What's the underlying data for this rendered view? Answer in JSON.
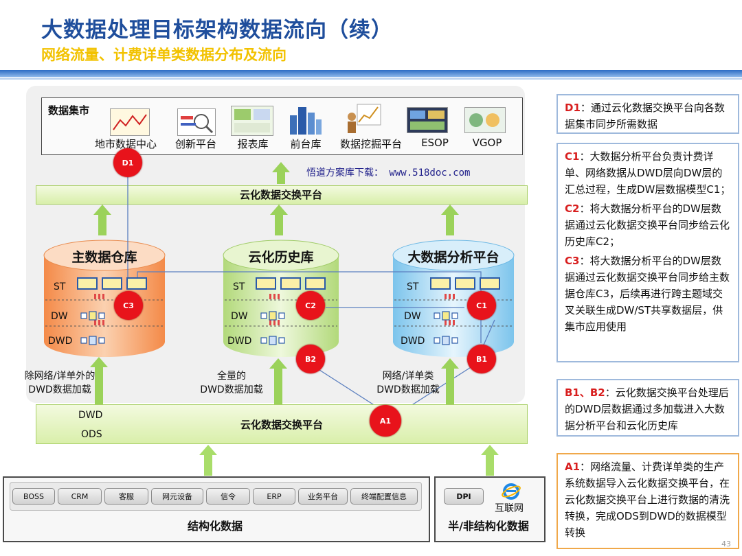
{
  "header": {
    "title": "大数据处理目标架构数据流向（续）",
    "subtitle": "网络流量、计费详单类数据分布及流向"
  },
  "data_mart": {
    "title": "数据集市",
    "items": [
      "地市数据中心",
      "创新平台",
      "报表库",
      "前台库",
      "数据挖掘平台",
      "ESOP",
      "VGOP"
    ]
  },
  "watermark": "悟道方案库下载： www.518doc.com",
  "exchange_top": "云化数据交换平台",
  "exchange_bottom": "云化数据交换平台",
  "cylinders": [
    {
      "title": "主数据仓库",
      "color": "#f6a06a"
    },
    {
      "title": "云化历史库",
      "color": "#c8e59a"
    },
    {
      "title": "大数据分析平台",
      "color": "#9fd6f2"
    }
  ],
  "layers": {
    "st": "ST",
    "dw": "DW",
    "dwd": "DWD",
    "ods": "ODS"
  },
  "nodes": {
    "d1": "D1",
    "c1": "C1",
    "c2": "C2",
    "c3": "C3",
    "b1": "B1",
    "b2": "B2",
    "a1": "A1"
  },
  "load_labels": {
    "left": [
      "除网络/详单外的",
      "DWD数据加载"
    ],
    "mid": [
      "全量的",
      "DWD数据加载"
    ],
    "right": [
      "网络/详单类",
      "DWD数据加载"
    ]
  },
  "structured": {
    "chips": [
      "BOSS",
      "CRM",
      "客服",
      "网元设备",
      "信令",
      "ERP",
      "业务平台",
      "终端配置信息"
    ],
    "label": "结构化数据"
  },
  "semi": {
    "dpi": "DPI",
    "internet": "互联网",
    "label": "半/非结构化数据"
  },
  "notes": {
    "d1": {
      "key": "D1",
      "text": "：通过云化数据交换平台向各数据集市同步所需数据"
    },
    "c1": {
      "key": "C1",
      "text": "：大数据分析平台负责计费详单、网络数据从DWD层向DW层的汇总过程，生成DW层数据模型C1；"
    },
    "c2": {
      "key": "C2",
      "text": "：将大数据分析平台的DW层数据通过云化数据交换平台同步给云化历史库C2；"
    },
    "c3": {
      "key": "C3",
      "text": "：将大数据分析平台的DW层数据通过云化数据交换平台同步给主数据仓库C3，后续再进行跨主题域交叉关联生成DW/ST共享数据层，供集市应用使用"
    },
    "b": {
      "key": "B1、B2",
      "text": "：云化数据交换平台处理后的DWD层数据通过多加载进入大数据分析平台和云化历史库"
    },
    "a1": {
      "key": "A1",
      "text": "：网络流量、计费详单类的生产系统数据导入云化数据交换平台，在云化数据交换平台上进行数据的清洗转换，完成ODS到DWD的数据模型转换"
    }
  },
  "page_number": "43"
}
